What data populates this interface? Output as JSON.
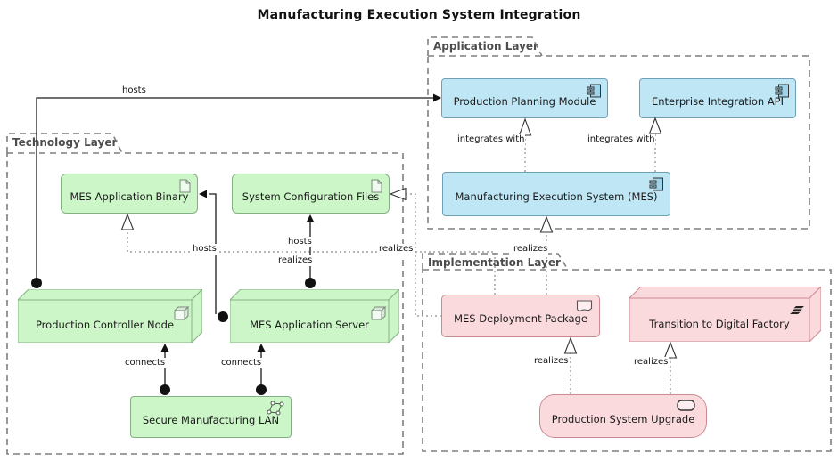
{
  "title": "Manufacturing Execution System Integration",
  "layers": {
    "application": "Application Layer",
    "technology": "Technology Layer",
    "implementation": "Implementation Layer"
  },
  "nodes": {
    "production_planning_module": "Production Planning Module",
    "enterprise_integration_api": "Enterprise Integration API",
    "mes_system": "Manufacturing Execution System (MES)",
    "mes_application_binary": "MES Application Binary",
    "system_configuration_files": "System Configuration Files",
    "production_controller_node": "Production Controller Node",
    "mes_application_server": "MES Application Server",
    "secure_manufacturing_lan": "Secure Manufacturing LAN",
    "mes_deployment_package": "MES Deployment Package",
    "transition_to_digital_factory": "Transition to Digital Factory",
    "production_system_upgrade": "Production System Upgrade"
  },
  "edges": {
    "pcn_hosts_ppm": "hosts",
    "server_hosts_binary": "hosts",
    "server_hosts_scf": "hosts",
    "mdp_realizes_binary": "realizes",
    "lan_connects_pcn": "connects",
    "lan_connects_server": "connects",
    "mes_integrates_ppm": "integrates with",
    "mes_integrates_eia": "integrates with",
    "mdp_realizes_scf": "realizes",
    "mdp_realizes_mes": "realizes",
    "psu_realizes_mdp": "realizes",
    "psu_realizes_tdf": "realizes"
  },
  "colors": {
    "app_fill": "#BEE6F5",
    "app_border": "#6FA0B5",
    "tech_fill": "#CCF6C8",
    "tech_border": "#83B183",
    "impl_fill": "#FADADD",
    "impl_border": "#C98B92",
    "group_border": "#7F7F7F",
    "solid_line": "#1a1a1a",
    "dotted_line": "#8C8C8C"
  }
}
